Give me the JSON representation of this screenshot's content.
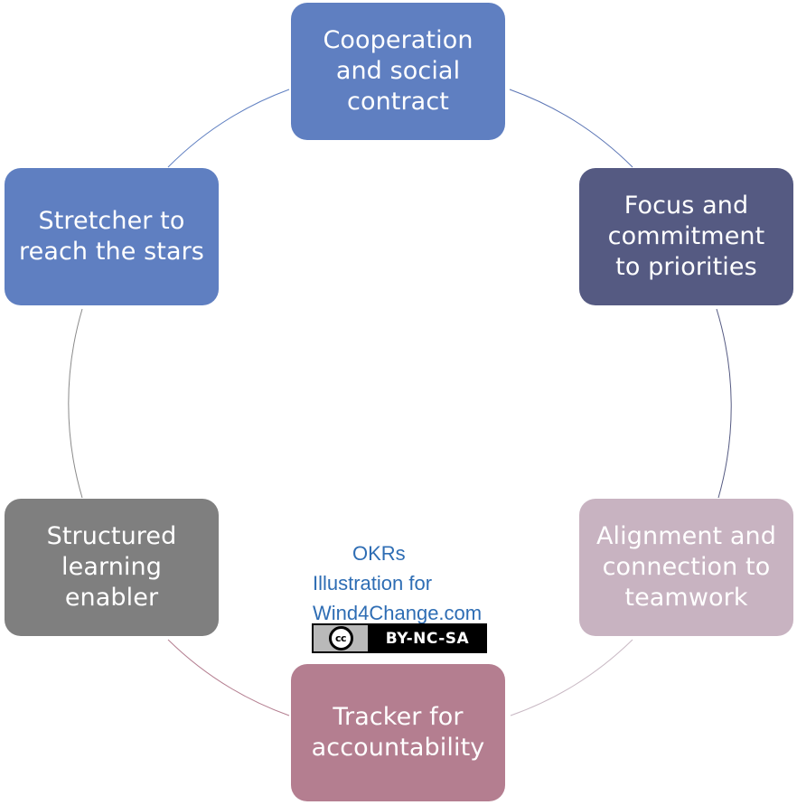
{
  "nodes": [
    {
      "id": "cooperation",
      "label": "Cooperation\nand social\ncontract",
      "color": "#5f7fc1"
    },
    {
      "id": "focus",
      "label": "Focus and\ncommitment\nto priorities",
      "color": "#555a82"
    },
    {
      "id": "alignment",
      "label": "Alignment and\nconnection to\nteamwork",
      "color": "#c8b3c1"
    },
    {
      "id": "tracker",
      "label": "Tracker for\naccountability",
      "color": "#b47e90"
    },
    {
      "id": "structured",
      "label": "Structured\nlearning\nenabler",
      "color": "#7f7f7f"
    },
    {
      "id": "stretcher",
      "label": "Stretcher to\nreach the stars",
      "color": "#5f7fc1"
    }
  ],
  "credit": {
    "line1": "OKRs",
    "line2": "Illustration for",
    "line3": "Wind4Change.com",
    "color": "#2e6db4"
  },
  "license_badge": {
    "icon": "cc-icon",
    "icon_text": "cc",
    "label": "BY-NC-SA"
  }
}
